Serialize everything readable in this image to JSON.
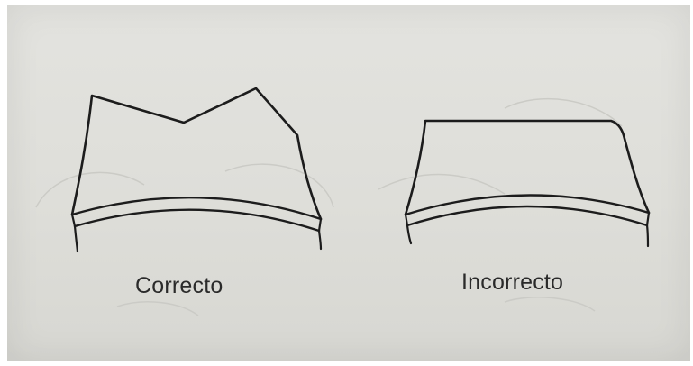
{
  "figures": [
    {
      "id": "correcto",
      "label": "Correcto"
    },
    {
      "id": "incorrecto",
      "label": "Incorrecto"
    }
  ],
  "colors": {
    "paper": "#deded9",
    "ink": "#1c1c1c",
    "ghost": "#c9c9c4"
  }
}
